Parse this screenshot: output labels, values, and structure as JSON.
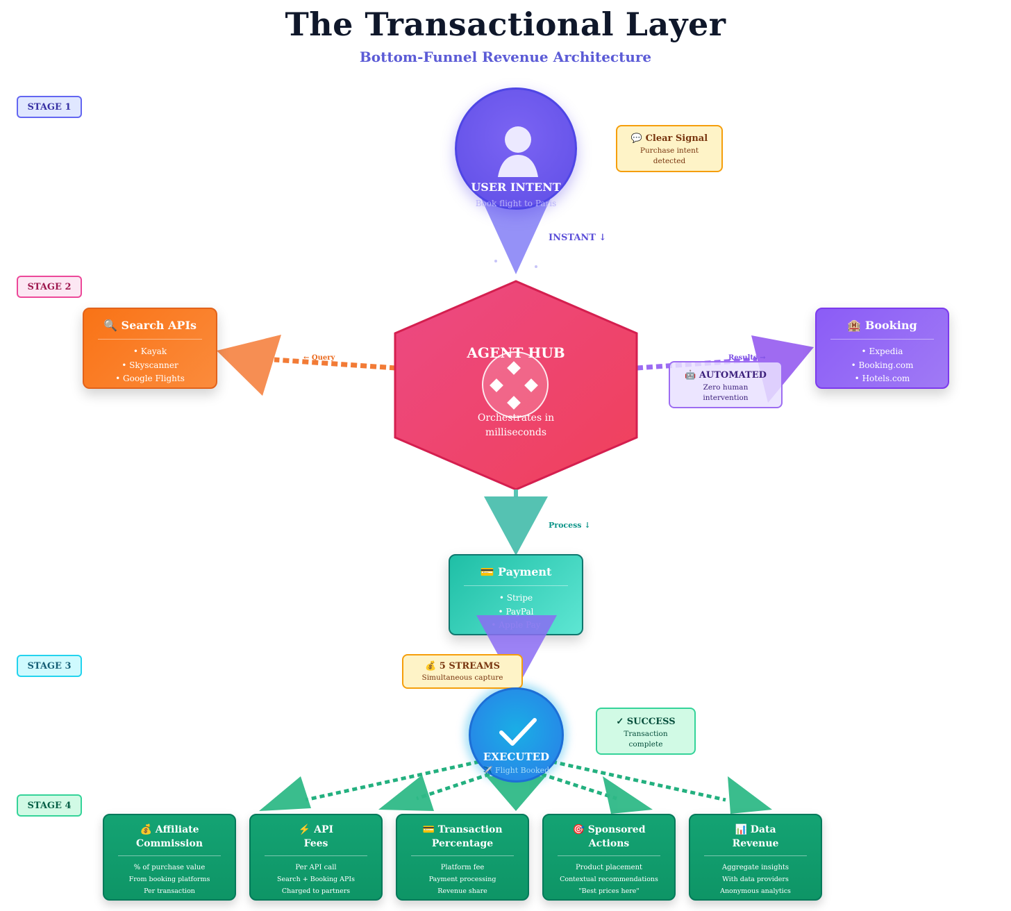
{
  "header": {
    "title": "The Transactional Layer",
    "subtitle": "Bottom-Funnel Revenue Architecture"
  },
  "stages": [
    "STAGE 1",
    "STAGE 2",
    "STAGE 3",
    "STAGE 4"
  ],
  "intent": {
    "title": "USER INTENT",
    "subtitle": "Book flight to Paris",
    "icon": "user-icon"
  },
  "flow_labels": {
    "instant": "INSTANT ↓",
    "query": "← Query",
    "results": "Results →",
    "process": "Process ↓"
  },
  "signal_note": {
    "emoji": "💬",
    "title": "Clear Signal",
    "line1": "Purchase intent",
    "line2": "detected"
  },
  "hub": {
    "title": "AGENT HUB",
    "line1": "Orchestrates in",
    "line2": "milliseconds",
    "icon": "diamond-dots-icon"
  },
  "search": {
    "emoji": "🔍",
    "title": "Search APIs",
    "items": [
      "• Kayak",
      "• Skyscanner",
      "• Google Flights"
    ]
  },
  "booking": {
    "emoji": "🏨",
    "title": "Booking",
    "items": [
      "• Expedia",
      "• Booking.com",
      "• Hotels.com"
    ]
  },
  "automated_note": {
    "emoji": "🤖",
    "title": "AUTOMATED",
    "line1": "Zero human",
    "line2": "intervention"
  },
  "payment": {
    "emoji": "💳",
    "title": "Payment",
    "items": [
      "• Stripe",
      "• PayPal",
      "• Apple Pay"
    ]
  },
  "streams_note": {
    "emoji": "💰",
    "title": "5 STREAMS",
    "line1": "Simultaneous capture"
  },
  "executed": {
    "title": "EXECUTED",
    "subtitle": "✈️ Flight Booked",
    "icon": "checkmark-icon"
  },
  "success_note": {
    "title": "✓ SUCCESS",
    "line1": "Transaction",
    "line2": "complete"
  },
  "revenue": [
    {
      "emoji": "💰",
      "title1": "Affiliate",
      "title2": "Commission",
      "lines": [
        "% of purchase value",
        "From booking platforms",
        "Per transaction"
      ]
    },
    {
      "emoji": "⚡",
      "title1": "API",
      "title2": "Fees",
      "lines": [
        "Per API call",
        "Search + Booking APIs",
        "Charged to partners"
      ]
    },
    {
      "emoji": "💳",
      "title1": "Transaction",
      "title2": "Percentage",
      "lines": [
        "Platform fee",
        "Payment processing",
        "Revenue share"
      ]
    },
    {
      "emoji": "🎯",
      "title1": "Sponsored",
      "title2": "Actions",
      "lines": [
        "Product placement",
        "Contextual recommendations",
        "\"Best prices here\""
      ]
    },
    {
      "emoji": "📊",
      "title1": "Data",
      "title2": "Revenue",
      "lines": [
        "Aggregate insights",
        "With data providers",
        "Anonymous analytics"
      ]
    }
  ],
  "colors": {
    "intent": "#6d5ff0",
    "hub": "#ec4070",
    "search": "#f97316",
    "booking": "#8b5cf6",
    "payment": "#2dd4bf",
    "executed": "#1ea0e8",
    "revenue": "#10a370"
  }
}
